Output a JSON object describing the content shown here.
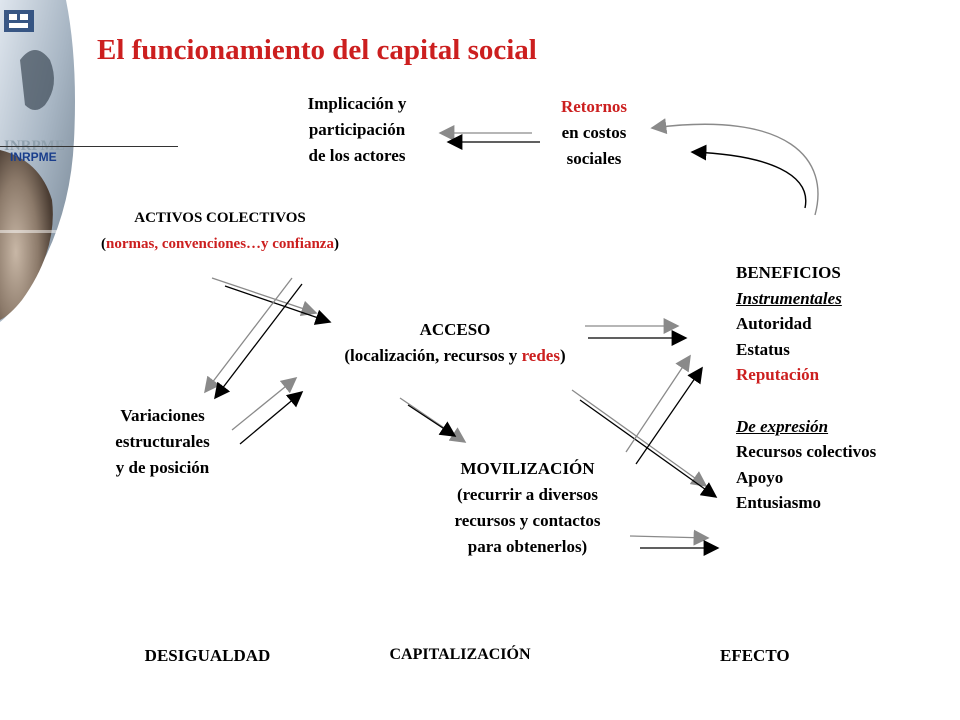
{
  "logo": {
    "brand_text": "INRPME"
  },
  "title": "El funcionamiento del capital social",
  "implicacion": {
    "lines": [
      "Implicación y",
      "participación",
      "de los actores"
    ]
  },
  "retornos": {
    "lines": [
      "Retornos",
      "en costos",
      "sociales"
    ]
  },
  "activos": {
    "heading": "ACTIVOS COLECTIVOS",
    "open": "(",
    "detail": "normas, convenciones…y confianza",
    "close": ")"
  },
  "acceso": {
    "heading": "ACCESO",
    "detail_prefix": "(localización, recursos y ",
    "detail_red": "redes",
    "detail_suffix": ")"
  },
  "variaciones": {
    "lines": [
      "Variaciones",
      "estructurales",
      "y de posición"
    ]
  },
  "movilizacion": {
    "lines": [
      "MOVILIZACIÓN",
      "(recurrir a diversos",
      "recursos y contactos",
      "para obtenerlos)"
    ]
  },
  "beneficios": {
    "heading": "BENEFICIOS",
    "instrumentales_label": "Instrumentales",
    "instrumentales": [
      "Autoridad",
      "Estatus"
    ],
    "reputacion": "Reputación",
    "expresion_label": "De expresión",
    "expresion": [
      "Recursos colectivos",
      "Apoyo",
      "Entusiasmo"
    ]
  },
  "footer": {
    "left": "DESIGUALDAD",
    "center": "CAPITALIZACIÓN",
    "right": "EFECTO"
  },
  "colors": {
    "accent_red": "#cc1f1f",
    "arrow_dark": "#000000",
    "arrow_gray": "#8a8a8a",
    "brand_blue": "#1a3e8c"
  }
}
